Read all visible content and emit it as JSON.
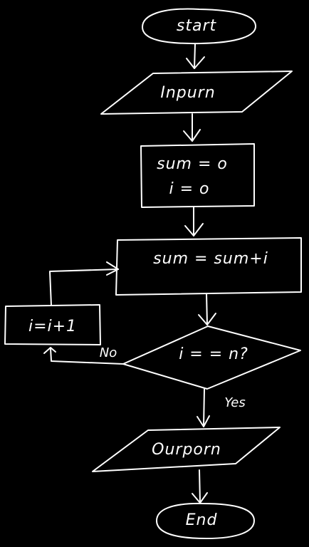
{
  "flowchart": {
    "start": "start",
    "input": "Inpurn",
    "init_sum": "sum = o",
    "init_i": "i = o",
    "accumulate": "sum = sum+i",
    "increment": "i=i+1",
    "decision": "i = = n?",
    "no_label": "No",
    "yes_label": "Yes",
    "output": "Ourporn",
    "end": "End"
  },
  "colors": {
    "background": "#000000",
    "stroke": "#ffffff"
  }
}
